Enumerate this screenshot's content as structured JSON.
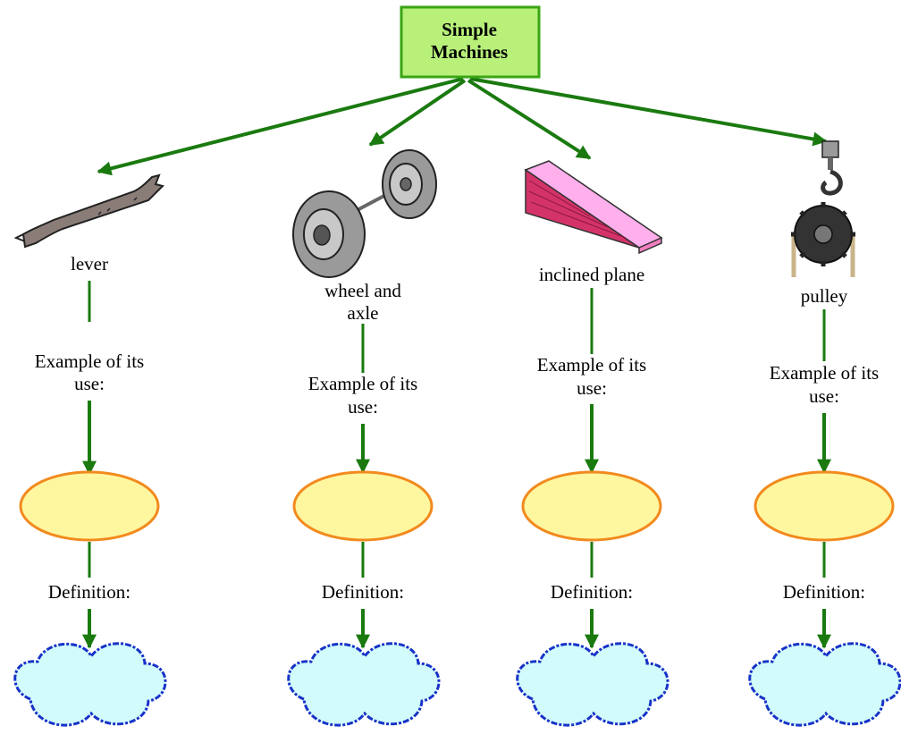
{
  "root": {
    "line1": "Simple",
    "line2": "Machines"
  },
  "colors": {
    "arrow": "#1a7a0f",
    "root_fill": "#b8f07a",
    "root_border": "#3aa514",
    "ellipse_fill": "#fff7a0",
    "ellipse_border": "#f28a1e",
    "cloud_fill": "#d2fbfb",
    "cloud_border": "#1733c8"
  },
  "machines": [
    {
      "icon": "lever-icon",
      "name_lines": [
        "lever"
      ],
      "use_lines": [
        "Example of its",
        "use:"
      ],
      "definition": "Definition:"
    },
    {
      "icon": "wheel-and-axle-icon",
      "name_lines": [
        "wheel and",
        "axle"
      ],
      "use_lines": [
        "Example of its",
        "use:"
      ],
      "definition": "Definition:"
    },
    {
      "icon": "inclined-plane-icon",
      "name_lines": [
        "inclined plane"
      ],
      "use_lines": [
        "Example of its",
        "use:"
      ],
      "definition": "Definition:"
    },
    {
      "icon": "pulley-icon",
      "name_lines": [
        "pulley"
      ],
      "use_lines": [
        "Example of its",
        "use:"
      ],
      "definition": "Definition:"
    }
  ]
}
